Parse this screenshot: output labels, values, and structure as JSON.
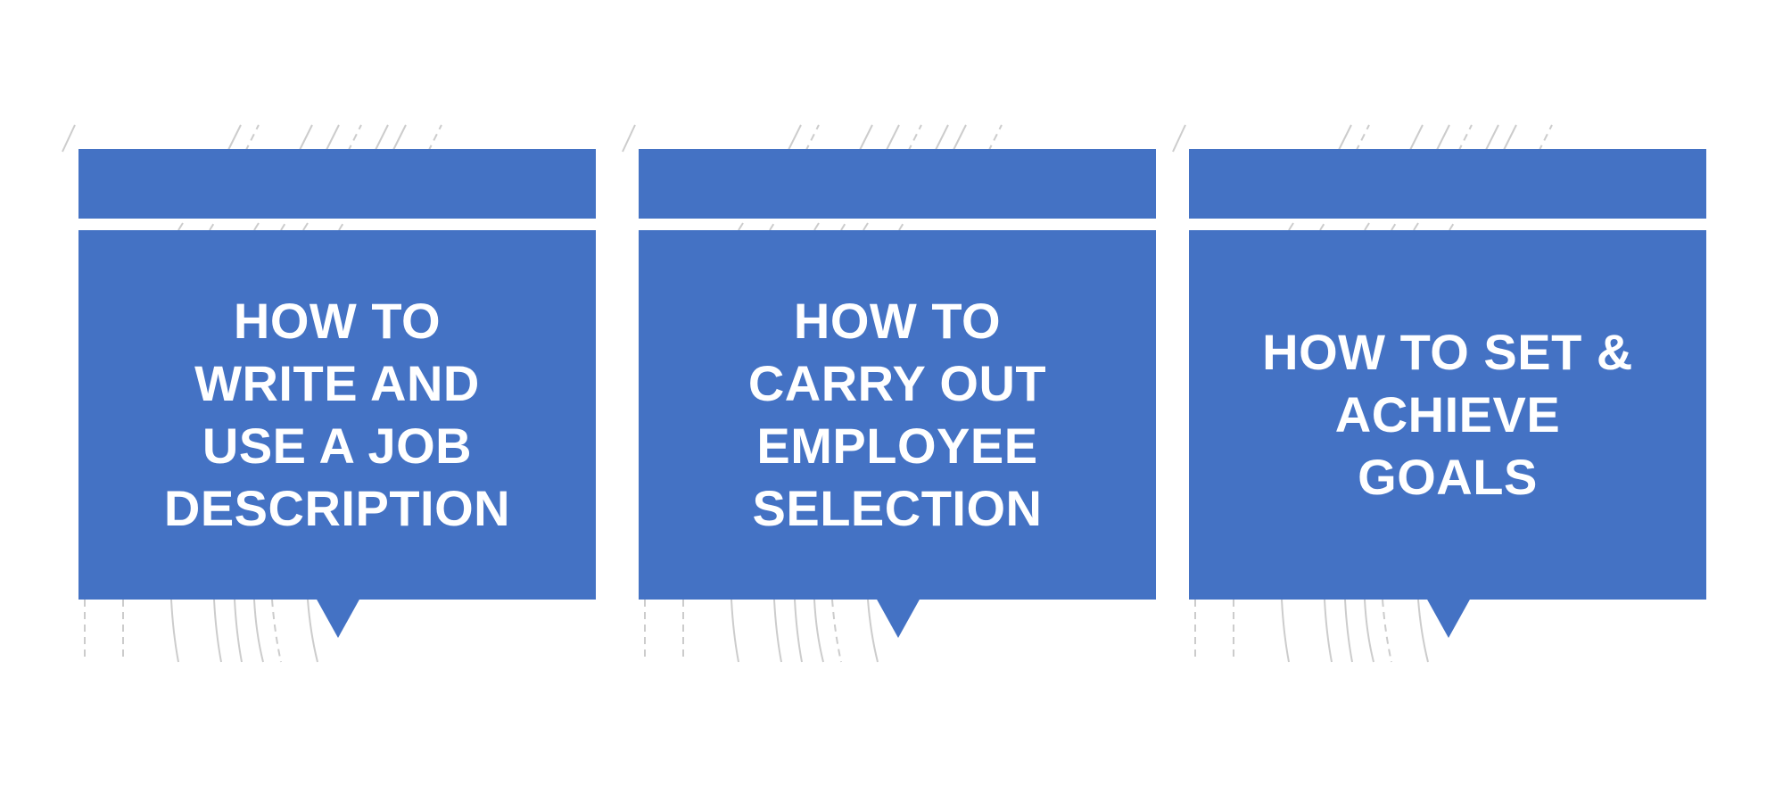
{
  "theme": {
    "card_color": "#4472c4",
    "text_color": "#ffffff",
    "background": "#ffffff",
    "line_color": "#cccccc"
  },
  "cards": [
    {
      "text": "HOW TO\nWRITE AND\nUSE A JOB\nDESCRIPTION"
    },
    {
      "text": "HOW TO\nCARRY OUT\nEMPLOYEE\nSELECTION"
    },
    {
      "text": "HOW TO SET &\nACHIEVE\nGOALS"
    }
  ]
}
